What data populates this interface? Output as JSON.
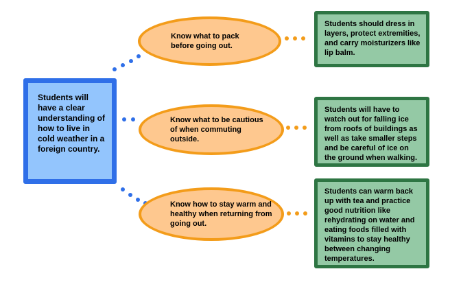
{
  "main": {
    "text": "Students will have a clear understanding of how to live in cold weather in a foreign country."
  },
  "branches": [
    {
      "goal": "Know what to pack before going out.",
      "detail": "Students should dress in layers, protect extremities, and carry moisturizers like lip balm."
    },
    {
      "goal": "Know what to be cautious of when commuting outside.",
      "detail": "Students will have to watch out for falling ice from roofs of buildings as well as take smaller steps and be careful of ice on the ground when walking."
    },
    {
      "goal": "Know how to stay warm and healthy when returning from going out.",
      "detail": "Students can warm back up with tea and practice good nutrition like rehydrating on water and eating foods filled with vitamins to stay healthy between changing temperatures."
    }
  ],
  "colors": {
    "main_fill": "#93c5fd",
    "main_border": "#2f6fe8",
    "ellipse_fill": "#fec88f",
    "ellipse_border": "#f39c1a",
    "detail_fill": "#94c9a5",
    "detail_border": "#2e7543",
    "blue_dots": "#2f6fe8",
    "orange_dots": "#f39c1a"
  }
}
